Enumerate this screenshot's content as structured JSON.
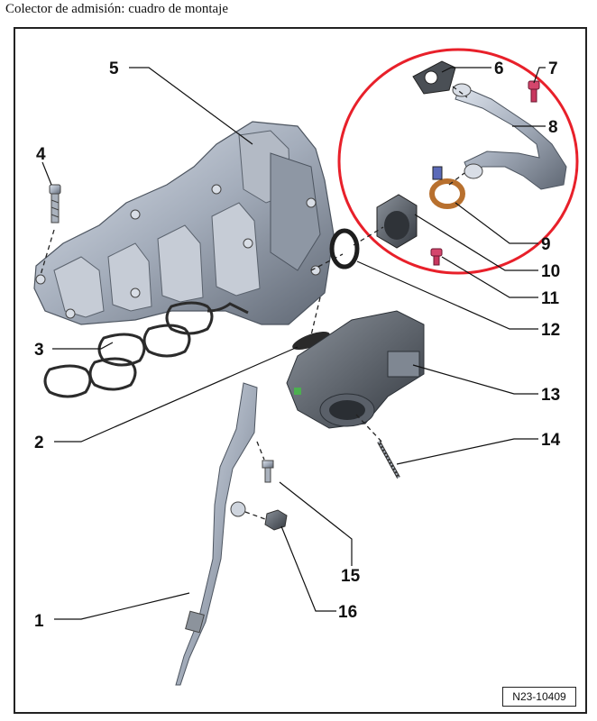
{
  "title": "Colector de admisión: cuadro de montaje",
  "reference_code": "N23-10409",
  "colors": {
    "highlight_circle": "#e8202a",
    "part_metal": "#9aa4b3",
    "part_dark": "#3b4148",
    "rubber": "#2a2a2a"
  },
  "labels": [
    "1",
    "2",
    "3",
    "4",
    "5",
    "6",
    "7",
    "8",
    "9",
    "10",
    "11",
    "12",
    "13",
    "14",
    "15",
    "16"
  ]
}
